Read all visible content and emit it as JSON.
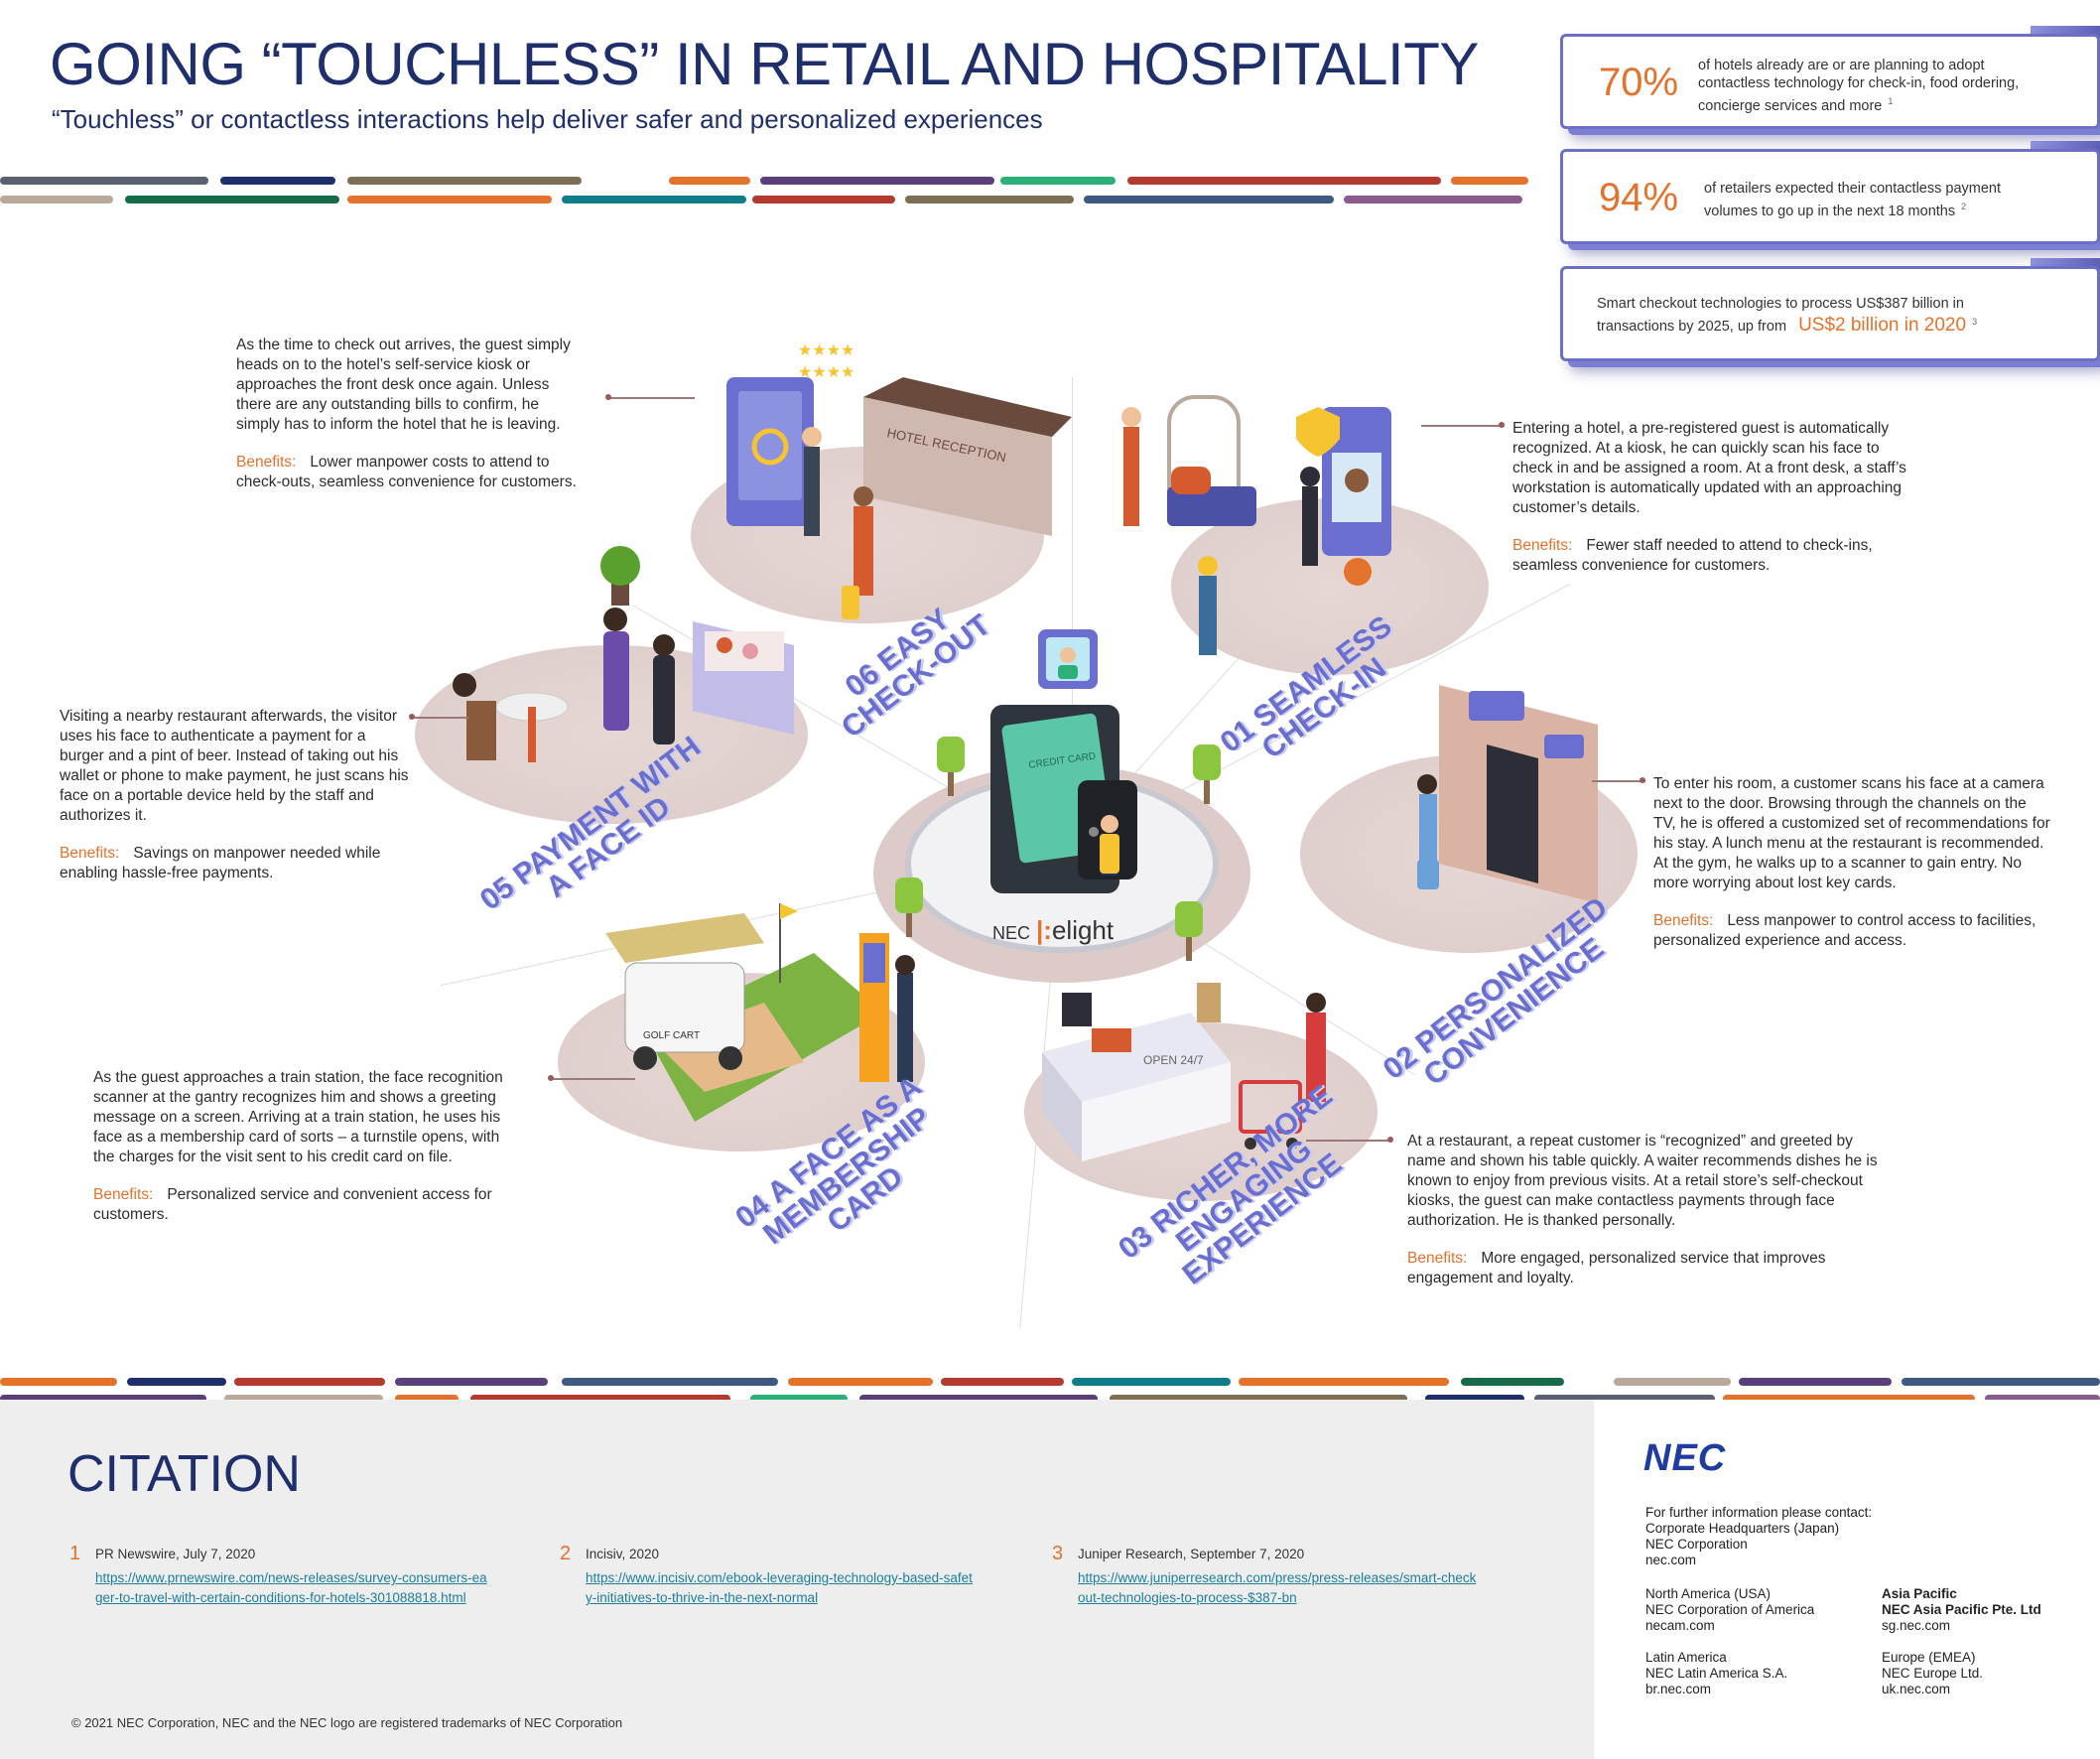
{
  "header": {
    "title": "GOING “TOUCHLESS” IN RETAIL AND HOSPITALITY",
    "subtitle": "“Touchless” or contactless interactions help deliver safer and personalized experiences"
  },
  "stats": [
    {
      "value": "70%",
      "text": "of hotels already are or are planning to adopt contactless technology for check-in, food ordering, concierge services and more",
      "note": "1"
    },
    {
      "value": "94%",
      "text": "of retailers expected their contactless payment volumes to go up in the next 18 months",
      "note": "2"
    },
    {
      "text": "Smart checkout technologies to process US$387 billion in transactions by 2025, up from",
      "highlight": "US$2 billion in 2020",
      "note": "3"
    }
  ],
  "hub": {
    "brand_prefix": "NEC",
    "brand_name": "elight",
    "card_label": "CREDIT CARD"
  },
  "scene_text": {
    "hotel_sign": "HOTEL RECEPTION",
    "cart_plate": "GOLF CART",
    "open_sign": "OPEN 24/7"
  },
  "steps": {
    "s01": {
      "label_line1": "01 SEAMLESS",
      "label_line2": "CHECK-IN"
    },
    "s02": {
      "label_line1": "02 PERSONALIZED",
      "label_line2": "CONVENIENCE"
    },
    "s03": {
      "label_line1": "03 RICHER, MORE",
      "label_line2": "ENGAGING",
      "label_line3": "EXPERIENCE"
    },
    "s04": {
      "label_line1": "04 A FACE AS A",
      "label_line2": "MEMBERSHIP",
      "label_line3": "CARD"
    },
    "s05": {
      "label_line1": "05 PAYMENT WITH",
      "label_line2": "A FACE ID"
    },
    "s06": {
      "label_line1": "06 EASY",
      "label_line2": "CHECK-OUT"
    }
  },
  "stories": {
    "checkout": {
      "body": "As the time to check out arrives, the guest simply heads on to the hotel’s self-service kiosk or approaches the front desk once again. Unless there are any outstanding bills to confirm, he simply has to inform the hotel that he is leaving.",
      "benefit_label": "Benefits:",
      "benefit": "Lower manpower costs to attend to check-outs, seamless convenience for customers."
    },
    "checkin": {
      "body": "Entering a hotel, a pre-registered guest is automatically recognized. At a kiosk, he can quickly scan his face to check in and be assigned a room. At a front desk, a staff’s workstation is automatically updated with an approaching customer’s details.",
      "benefit_label": "Benefits:",
      "benefit": "Fewer staff needed to attend to check-ins, seamless convenience for customers."
    },
    "payment": {
      "body": "Visiting a nearby restaurant afterwards, the visitor uses his face to authenticate a payment for a burger and a pint of beer. Instead of taking out his wallet or phone to make payment, he just scans his face on a portable device held by the staff and authorizes it.",
      "benefit_label": "Benefits:",
      "benefit": "Savings on manpower needed while enabling hassle-free payments."
    },
    "personalized": {
      "body": "To enter his room, a customer scans his face at a camera next to the door. Browsing through the channels on the TV, he is offered a customized set of recommendations for his stay. A lunch menu at the restaurant is recommended. At the gym, he walks up to a scanner to gain entry. No more worrying about lost key cards.",
      "benefit_label": "Benefits:",
      "benefit": "Less manpower to control access to facilities, personalized experience and access."
    },
    "membership": {
      "body": "As the guest approaches a train station, the face recognition scanner at the gantry recognizes him and shows a greeting message on a screen. Arriving at a train station, he uses his face as a membership card of sorts – a turnstile opens, with the charges for the visit sent to his credit card on file.",
      "benefit_label": "Benefits:",
      "benefit": "Personalized service and convenient access for customers."
    },
    "richer": {
      "body": "At a restaurant, a repeat customer is “recognized” and greeted by name and shown his table quickly. A waiter recommends dishes he is known to enjoy from previous visits. At a retail store’s self-checkout kiosks, the guest can make contactless payments through face authorization. He is thanked personally.",
      "benefit_label": "Benefits:",
      "benefit": "More engaged, personalized service that improves engagement and loyalty."
    }
  },
  "citation": {
    "title": "CITATION",
    "items": [
      {
        "num": "1",
        "source": "PR Newswire, July 7, 2020",
        "link_line1": "https://www.prnewswire.com/news-releases/survey-consumers-ea",
        "link_line2": "ger-to-travel-with-certain-conditions-for-hotels-301088818.html"
      },
      {
        "num": "2",
        "source": "Incisiv, 2020",
        "link_line1": "https://www.incisiv.com/ebook-leveraging-technology-based-safet",
        "link_line2": "y-initiatives-to-thrive-in-the-next-normal"
      },
      {
        "num": "3",
        "source": "Juniper Research, September 7, 2020",
        "link_line1": "https://www.juniperresearch.com/press/press-releases/smart-check",
        "link_line2": "out-technologies-to-process-$387-bn"
      }
    ],
    "copyright": "© 2021 NEC Corporation, NEC and the NEC logo are registered trademarks of NEC Corporation"
  },
  "contact": {
    "logo": "NEC",
    "intro": "For further information please contact:",
    "hq": {
      "region": "Corporate Headquarters (Japan)",
      "org": "NEC Corporation",
      "site": "nec.com"
    },
    "na": {
      "region": "North America (USA)",
      "org": "NEC Corporation of America",
      "site": "necam.com"
    },
    "ap": {
      "region": "Asia Pacific",
      "org": "NEC Asia Pacific Pte. Ltd",
      "site": "sg.nec.com"
    },
    "la": {
      "region": "Latin America",
      "org": "NEC Latin America S.A.",
      "site": "br.nec.com"
    },
    "eu": {
      "region": "Europe (EMEA)",
      "org": "NEC Europe Ltd.",
      "site": "uk.nec.com"
    }
  },
  "colors": {
    "navy": "#1f2f6b",
    "orange": "#e3722c",
    "periwinkle": "#6a6fcf",
    "teal": "#1c7f9b",
    "platform": "#dccbc9",
    "stripe_palette": [
      "#5b6170",
      "#1f2f6b",
      "#7d6e56",
      "#e3722c",
      "#5a3f78",
      "#2daf79",
      "#b23a2f",
      "#b8a99a",
      "#176b4a",
      "#117d8a",
      "#3f5a82",
      "#8a5c8e"
    ]
  }
}
